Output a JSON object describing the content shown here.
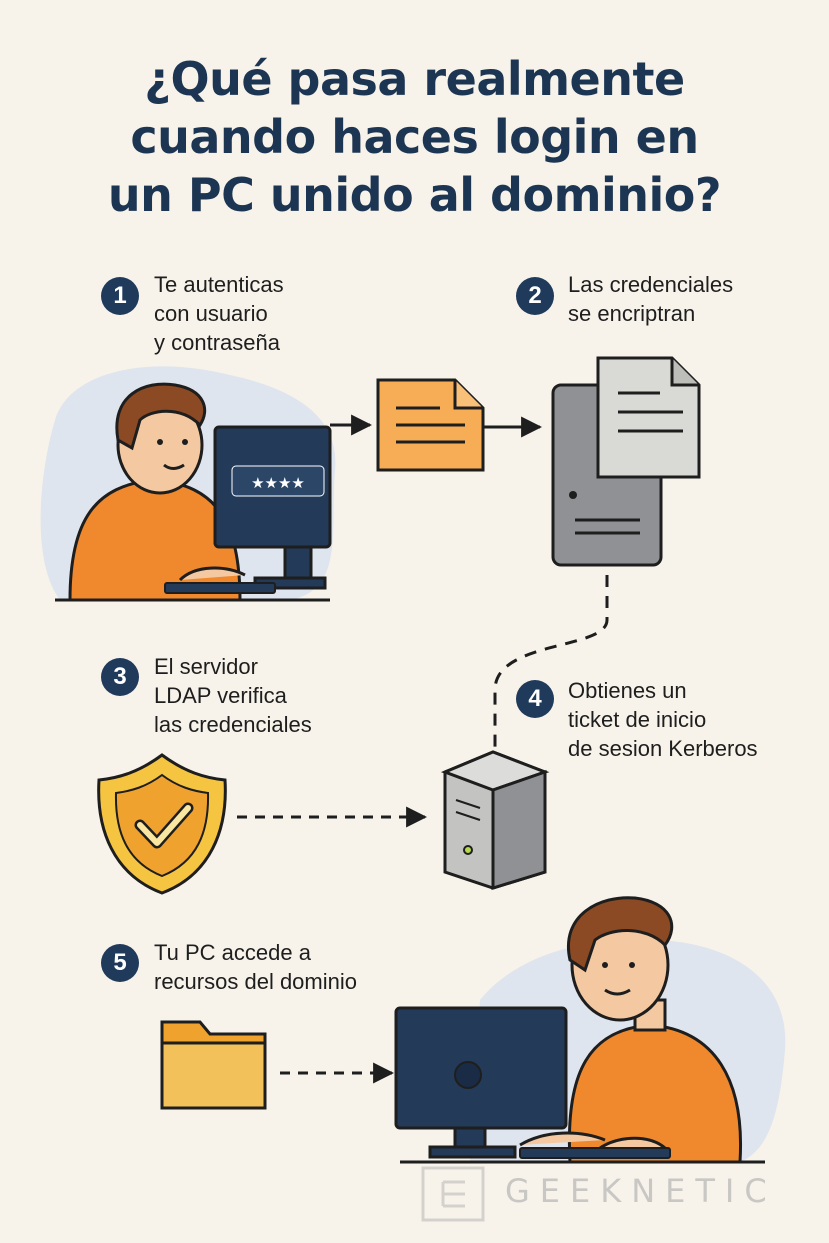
{
  "title": {
    "line1": "¿Qué pasa realmente",
    "line2": "cuando haces login en",
    "line3": "un PC unido al dominio?"
  },
  "steps": [
    {
      "number": "1",
      "lines": [
        "Te autenticas",
        "con usuario",
        "y contraseña"
      ]
    },
    {
      "number": "2",
      "lines": [
        "Las credenciales",
        "se encriptran"
      ]
    },
    {
      "number": "3",
      "lines": [
        "El servidor",
        "LDAP verifica",
        "las credenciales"
      ]
    },
    {
      "number": "4",
      "lines": [
        "Obtienes un",
        "ticket de inicio",
        "de sesion Kerberos"
      ]
    },
    {
      "number": "5",
      "lines": [
        "Tu PC accede a",
        "recursos del dominio"
      ]
    }
  ],
  "password_mask": "★★★★",
  "watermark": "GEEKNETIC",
  "colors": {
    "background": "#f7f3ea",
    "navy": "#1f3a5b",
    "orange": "#f0892e",
    "envelope": "#f6ad55",
    "shield": "#f5c542",
    "folder": "#f2c15a",
    "blob": "#dfe5ee"
  },
  "icons": [
    "person-icon",
    "monitor-icon",
    "document-icon",
    "server-icon",
    "shield-check-icon",
    "folder-icon"
  ]
}
